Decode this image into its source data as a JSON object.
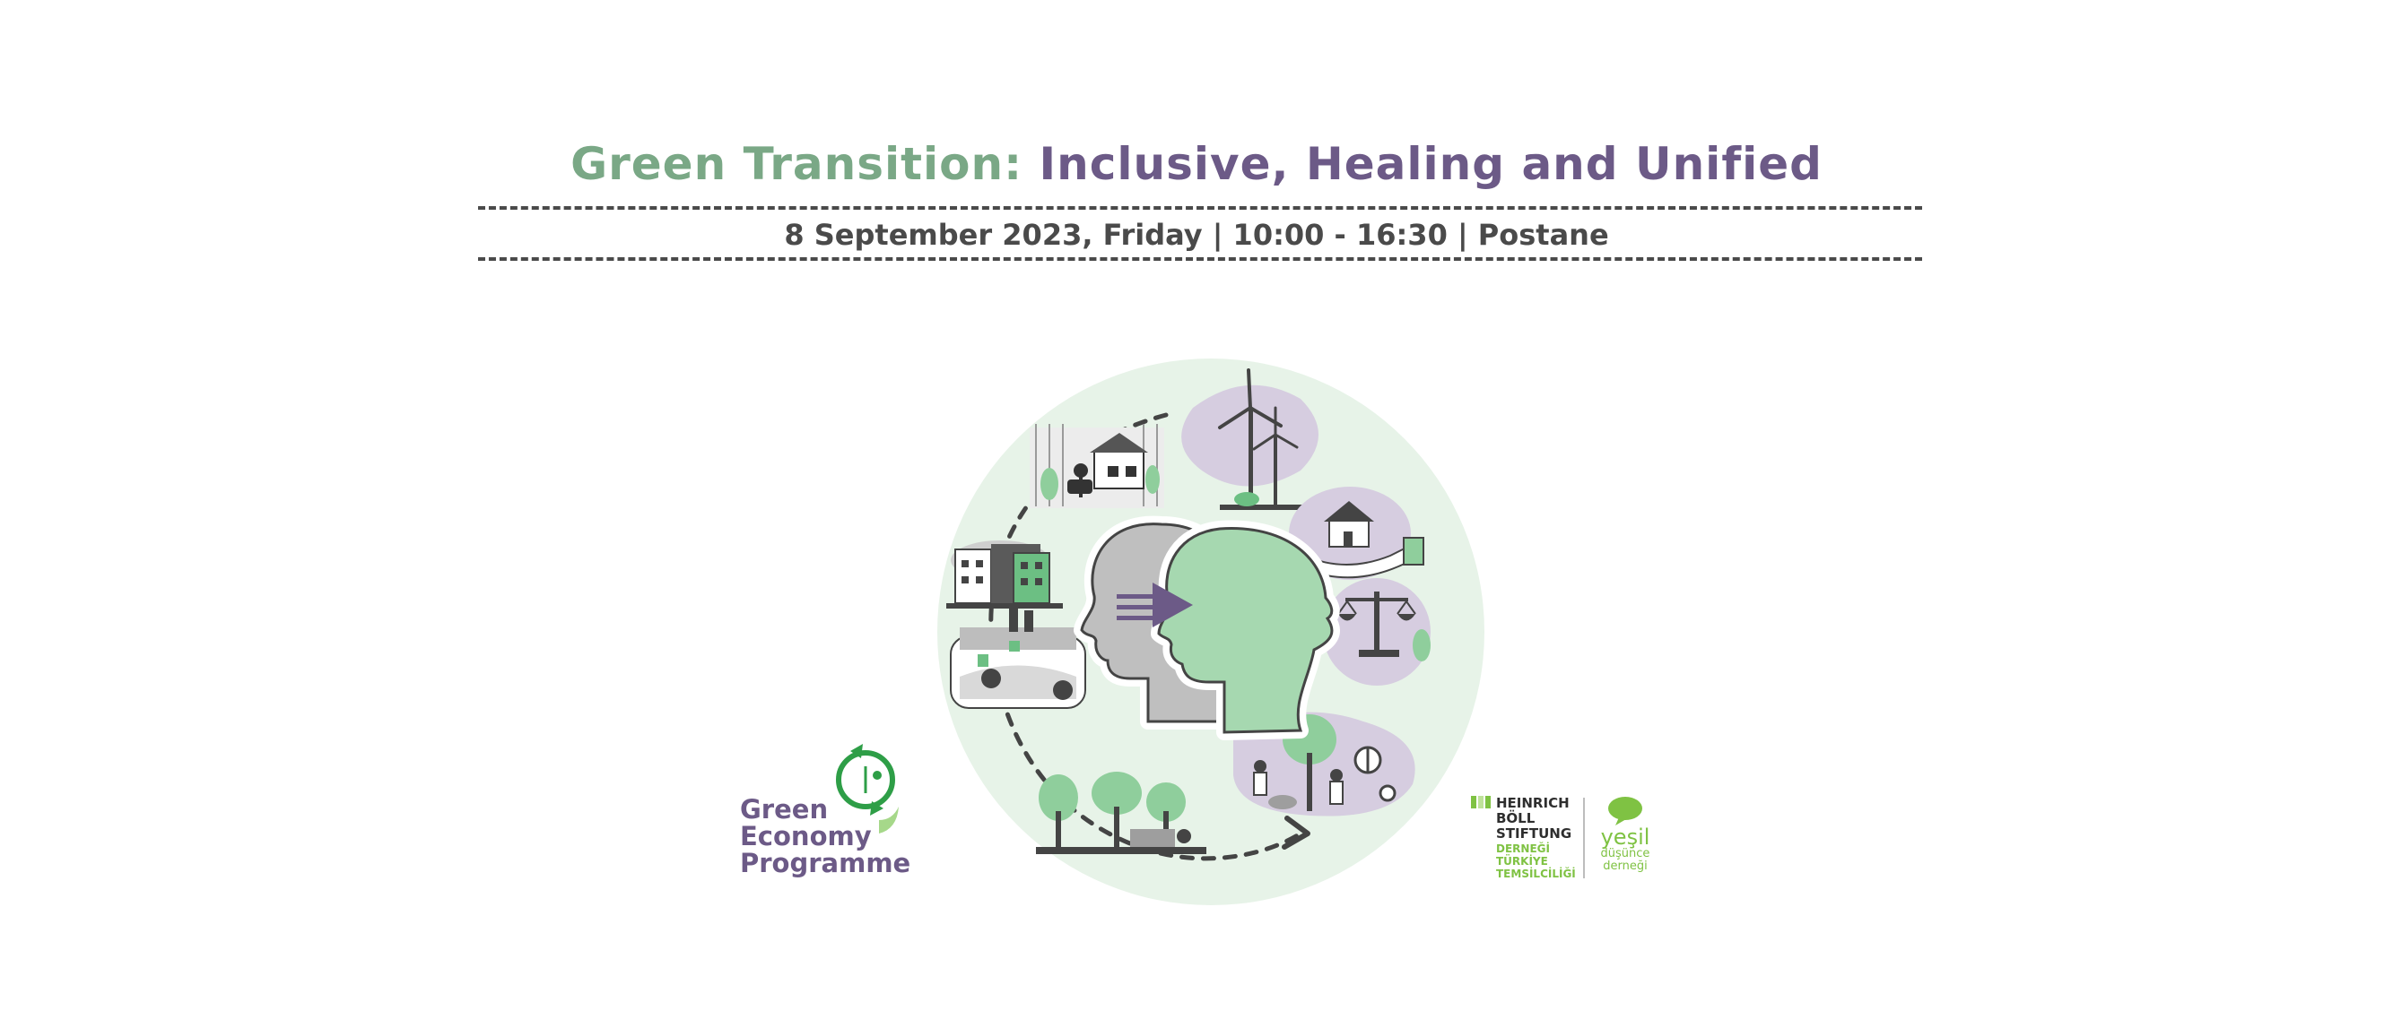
{
  "header": {
    "title_part1": "Green Transition:",
    "title_part2": "Inclusive, Healing and Unified",
    "subtitle": "8 September 2023, Friday | 10:00 - 16:30 | Postane"
  },
  "logos": {
    "gep": {
      "line1": "Green",
      "line2": "Economy",
      "line3": "Programme"
    },
    "hbs": {
      "name1": "HEINRICH",
      "name2": "BÖLL",
      "name3": "STIFTUNG",
      "sub1": "DERNEĞİ",
      "sub2": "TÜRKİYE",
      "sub3": "TEMSİLCİLİĞİ"
    },
    "yesil": {
      "main": "yeşil",
      "sub1": "düşünce",
      "sub2": "derneği"
    }
  },
  "colors": {
    "title_green": "#7aa886",
    "title_purple": "#6c5a87",
    "text_dark": "#4a4a4a",
    "circle_bg": "#e7f3e8",
    "lilac": "#d6cde0",
    "mint": "#a6d8b0",
    "logo_green": "#7fc243"
  },
  "icons": {
    "central": "two-heads-arrow-icon",
    "pollution": "polluted-city-icon",
    "renewable": "wind-turbine-icon",
    "housing": "house-in-hand-icon",
    "justice": "scales-icon",
    "community": "tree-planting-icon"
  }
}
